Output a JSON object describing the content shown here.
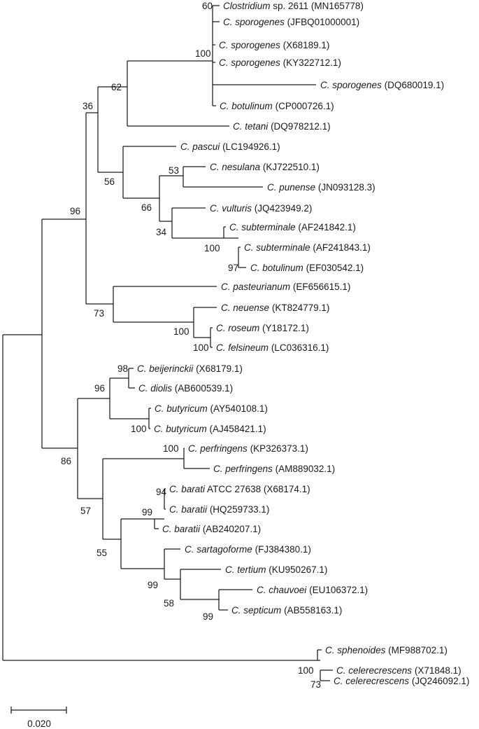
{
  "scale_bar": {
    "label": "0.020"
  },
  "taxa": [
    {
      "genus": "Clostridium",
      "epithet": "",
      "suffix": " sp. 2611",
      "accession": "(MN165778)"
    },
    {
      "genus": "C.",
      "epithet": "sporogenes",
      "suffix": "",
      "accession": "(JFBQ01000001)"
    },
    {
      "genus": "C.",
      "epithet": "sporogenes",
      "suffix": "",
      "accession": "(X68189.1)"
    },
    {
      "genus": "C.",
      "epithet": "sporogenes",
      "suffix": "",
      "accession": "(KY322712.1)"
    },
    {
      "genus": "C.",
      "epithet": "sporogenes",
      "suffix": "",
      "accession": "(DQ680019.1)"
    },
    {
      "genus": "C.",
      "epithet": "botulinum",
      "suffix": "",
      "accession": "(CP000726.1)"
    },
    {
      "genus": "C.",
      "epithet": "tetani",
      "suffix": "",
      "accession": "(DQ978212.1)"
    },
    {
      "genus": "C.",
      "epithet": "pascui",
      "suffix": "",
      "accession": "(LC194926.1)"
    },
    {
      "genus": "C.",
      "epithet": "nesulana",
      "suffix": "",
      "accession": "(KJ722510.1)"
    },
    {
      "genus": "C.",
      "epithet": "punense",
      "suffix": "",
      "accession": "(JN093128.3)"
    },
    {
      "genus": "C.",
      "epithet": "vulturis",
      "suffix": "",
      "accession": "(JQ423949.2)"
    },
    {
      "genus": "C.",
      "epithet": "subterminale",
      "suffix": "",
      "accession": "(AF241842.1)"
    },
    {
      "genus": "C.",
      "epithet": "subterminale",
      "suffix": "",
      "accession": "(AF241843.1)"
    },
    {
      "genus": "C.",
      "epithet": "botulinum",
      "suffix": "",
      "accession": "(EF030542.1)"
    },
    {
      "genus": "C.",
      "epithet": "pasteurianum",
      "suffix": "",
      "accession": "(EF656615.1)"
    },
    {
      "genus": "C.",
      "epithet": "neuense",
      "suffix": "",
      "accession": "(KT824779.1)"
    },
    {
      "genus": "C.",
      "epithet": "roseum",
      "suffix": "",
      "accession": "(Y18172.1)"
    },
    {
      "genus": "C.",
      "epithet": "felsineum",
      "suffix": "",
      "accession": "(LC036316.1)"
    },
    {
      "genus": "C.",
      "epithet": "beijerinckii",
      "suffix": "",
      "accession": "(X68179.1)"
    },
    {
      "genus": "C.",
      "epithet": "diolis",
      "suffix": "",
      "accession": "(AB600539.1)"
    },
    {
      "genus": "C.",
      "epithet": "butyricum",
      "suffix": "",
      "accession": "(AY540108.1)"
    },
    {
      "genus": "C.",
      "epithet": "butyricum",
      "suffix": "",
      "accession": "(AJ458421.1)"
    },
    {
      "genus": "C.",
      "epithet": "perfringens",
      "suffix": "",
      "accession": "(KP326373.1)"
    },
    {
      "genus": "C.",
      "epithet": "perfringens",
      "suffix": "",
      "accession": "(AM889032.1)"
    },
    {
      "genus": "C.",
      "epithet": "barati",
      "suffix": " ATCC 27638",
      "accession": "(X68174.1)"
    },
    {
      "genus": "C.",
      "epithet": "baratii",
      "suffix": "",
      "accession": "(HQ259733.1)"
    },
    {
      "genus": "C.",
      "epithet": "baratii",
      "suffix": "",
      "accession": "(AB240207.1)"
    },
    {
      "genus": "C.",
      "epithet": "sartagoforme",
      "suffix": "",
      "accession": "(FJ384380.1)"
    },
    {
      "genus": "C.",
      "epithet": "tertium",
      "suffix": "",
      "accession": "(KU950267.1)"
    },
    {
      "genus": "C.",
      "epithet": "chauvoei",
      "suffix": "",
      "accession": "(EU106372.1)"
    },
    {
      "genus": "C.",
      "epithet": "septicum",
      "suffix": "",
      "accession": "(AB558163.1)"
    },
    {
      "genus": "C.",
      "epithet": "sphenoides",
      "suffix": "",
      "accession": "(MF988702.1)"
    },
    {
      "genus": "C.",
      "epithet": "celerecrescens",
      "suffix": "",
      "accession": "(X71848.1)"
    },
    {
      "genus": "C.",
      "epithet": "celerecrescens",
      "suffix": "",
      "accession": "(JQ246092.1)"
    }
  ],
  "bootstrap_values": [
    "60",
    "100",
    "62",
    "36",
    "96",
    "56",
    "53",
    "66",
    "34",
    "100",
    "97",
    "73",
    "100",
    "100",
    "98",
    "96",
    "100",
    "86",
    "100",
    "57",
    "94",
    "99",
    "55",
    "99",
    "58",
    "99",
    "100",
    "73"
  ]
}
